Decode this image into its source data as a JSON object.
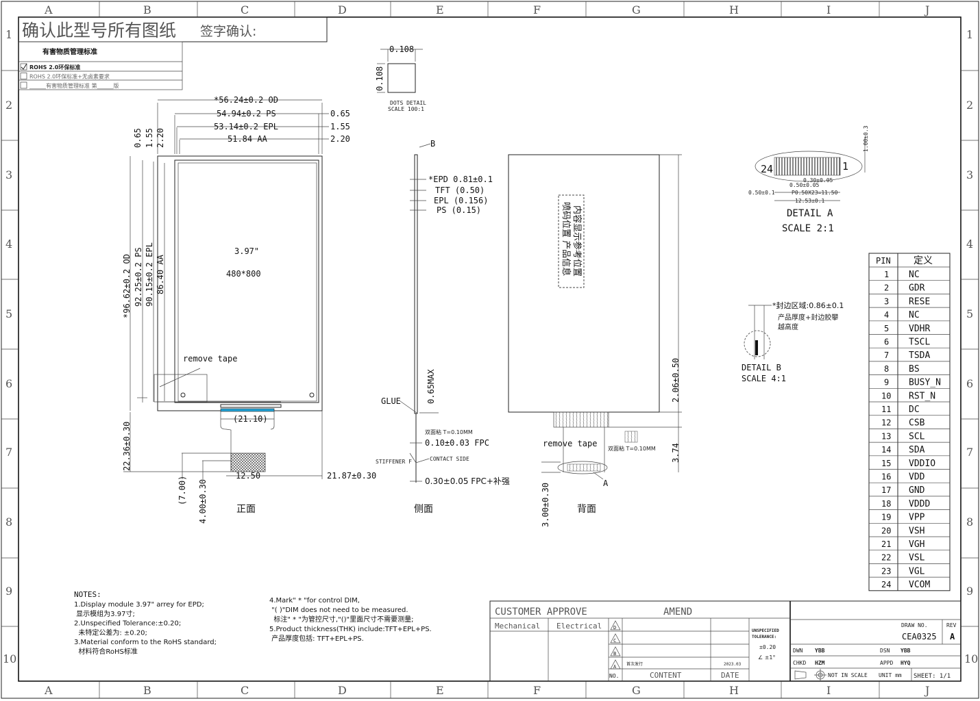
{
  "frame": {
    "columns": [
      "A",
      "B",
      "C",
      "D",
      "E",
      "F",
      "G",
      "H",
      "I",
      "J"
    ],
    "rows": [
      "1",
      "2",
      "3",
      "4",
      "5",
      "6",
      "7",
      "8",
      "9",
      "10"
    ]
  },
  "header": {
    "confirm_title": "确认此型号所有图纸",
    "sign_label": "签字确认:",
    "hazard_title": "有害物质管理标准",
    "options": [
      {
        "label": "ROHS 2.0环保标准",
        "checked": true
      },
      {
        "label": "ROHS 2.0环保标准+无卤素要求",
        "checked": false
      },
      {
        "label": "______有害物质管理标准  第______版",
        "checked": false
      }
    ]
  },
  "dots_detail": {
    "width": "0.108",
    "height": "0.108",
    "title": "DOTS DETAIL",
    "scale": "SCALE 100:1"
  },
  "front_view": {
    "label": "正面",
    "size": "3.97\"",
    "resolution": "480*800",
    "remove_tape": "remove tape",
    "dims_top": [
      "*56.24±0.2 OD",
      "54.94±0.2 PS",
      "53.14±0.2 EPL",
      "51.84 AA"
    ],
    "dims_right": [
      "0.65",
      "1.55",
      "2.20"
    ],
    "dims_left_small": [
      "0.65",
      "1.55",
      "2.20"
    ],
    "dims_vertical": [
      "*96.62±0.2 OD",
      "92.25±0.2 PS",
      "90.15±0.2 EPL",
      "86.40 AA"
    ],
    "fpc_width": "(21.10)",
    "fpc_length": "22.36±0.30",
    "dim_7": "(7.00)",
    "dim_4": "4.00±0.30",
    "dim_1250": "12.50",
    "dim_2187": "21.87±0.30"
  },
  "side_view": {
    "label": "侧面",
    "marker_b": "B",
    "epd": "*EPD 0.81±0.1",
    "tft": "TFT (0.50)",
    "epl": "EPL (0.156)",
    "ps": "PS (0.15)",
    "max": "0.65MAX",
    "glue": "GLUE",
    "tape": "双面粘 T=0.10MM",
    "fpc": "0.10±0.03 FPC",
    "stiffener": "STIFFENER F",
    "contact": "CONTACT SIDE",
    "fpc_stiff": "0.30±0.05 FPC+补强"
  },
  "back_view": {
    "label": "背面",
    "print_line1": "喷码位置 产品信息",
    "print_line2": "内容显示参考位置",
    "remove_tape": "remove tape",
    "tape": "双面粘 T=0.10MM",
    "dim_206": "2.06±0.50",
    "dim_374": "3.74",
    "dim_300": "3.00±0.30",
    "marker_a": "A"
  },
  "detail_a": {
    "title": "DETAIL A",
    "scale": "SCALE 2:1",
    "pin_left": "24",
    "pin_right": "1",
    "height": "1.00±0.3",
    "d1": "0.30±0.05",
    "d2": "0.50±0.05",
    "d3": "0.50±0.1",
    "d4": "P0.50X23=11.50",
    "d5": "12.53±0.1"
  },
  "detail_b": {
    "title": "DETAIL B",
    "scale": "SCALE 4:1",
    "note1": "*封边区域:0.86±0.1",
    "note2": "产品厚度+封边胶攀",
    "note3": "越高度"
  },
  "pin_table": {
    "headers": [
      "PIN",
      "定义"
    ],
    "rows": [
      [
        "1",
        "NC"
      ],
      [
        "2",
        "GDR"
      ],
      [
        "3",
        "RESE"
      ],
      [
        "4",
        "NC"
      ],
      [
        "5",
        "VDHR"
      ],
      [
        "6",
        "TSCL"
      ],
      [
        "7",
        "TSDA"
      ],
      [
        "8",
        "BS"
      ],
      [
        "9",
        "BUSY_N"
      ],
      [
        "10",
        "RST_N"
      ],
      [
        "11",
        "DC"
      ],
      [
        "12",
        "CSB"
      ],
      [
        "13",
        "SCL"
      ],
      [
        "14",
        "SDA"
      ],
      [
        "15",
        "VDDIO"
      ],
      [
        "16",
        "VDD"
      ],
      [
        "17",
        "GND"
      ],
      [
        "18",
        "VDDD"
      ],
      [
        "19",
        "VPP"
      ],
      [
        "20",
        "VSH"
      ],
      [
        "21",
        "VGH"
      ],
      [
        "22",
        "VSL"
      ],
      [
        "23",
        "VGL"
      ],
      [
        "24",
        "VCOM"
      ]
    ]
  },
  "notes": {
    "title": "NOTES:",
    "left": [
      "1.Display module 3.97\" arrey for EPD;",
      " 显示模组为3.97寸;",
      "2.Unspecified Tolerance:±0.20;",
      "  未特定公差为: ±0.20;",
      "3.Material conform to the RoHS standard;",
      "  材料符合RoHS标准"
    ],
    "right": [
      "4.Mark\" * \"for control DIM,",
      " \"( )\"DIM does not need to be measured.",
      "  标注\" * \"为管控尺寸,\"()\"里面尺寸不需要测量;",
      "5.Product thickness(THK) include:TFT+EPL+PS.",
      " 产品厚度包括: TFT+EPL+PS."
    ]
  },
  "title_block": {
    "customer_approve": "CUSTOMER APPROVE",
    "amend": "AMEND",
    "mechanical": "Mechanical",
    "electrical": "Electrical",
    "revs": [
      "D",
      "C",
      "B",
      "A"
    ],
    "rev_a_content": "首次发行",
    "rev_a_date": "2023.03",
    "no": "NO.",
    "content": "CONTENT",
    "date": "DATE",
    "unspecified": "UNSPECIFIED",
    "tolerance": "TOLERANCE:",
    "tol_value": "±0.20",
    "angle_tol": "∠ ±1°",
    "draw_no_label": "DRAW NO.",
    "draw_no": "CEA0325",
    "rev_label": "REV",
    "rev": "A",
    "dwn_label": "DWN",
    "dwn": "YBB",
    "dsn_label": "DSN",
    "dsn": "YBB",
    "chkd_label": "CHKD",
    "chkd": "HZM",
    "appd_label": "APPD",
    "appd": "HYQ",
    "not_in_scale": "NOT IN SCALE",
    "unit": "UNIT mm",
    "sheet": "SHEET: 1/1"
  },
  "colors": {
    "fpc_contact": "#1fa3d8",
    "line": "#222222"
  }
}
